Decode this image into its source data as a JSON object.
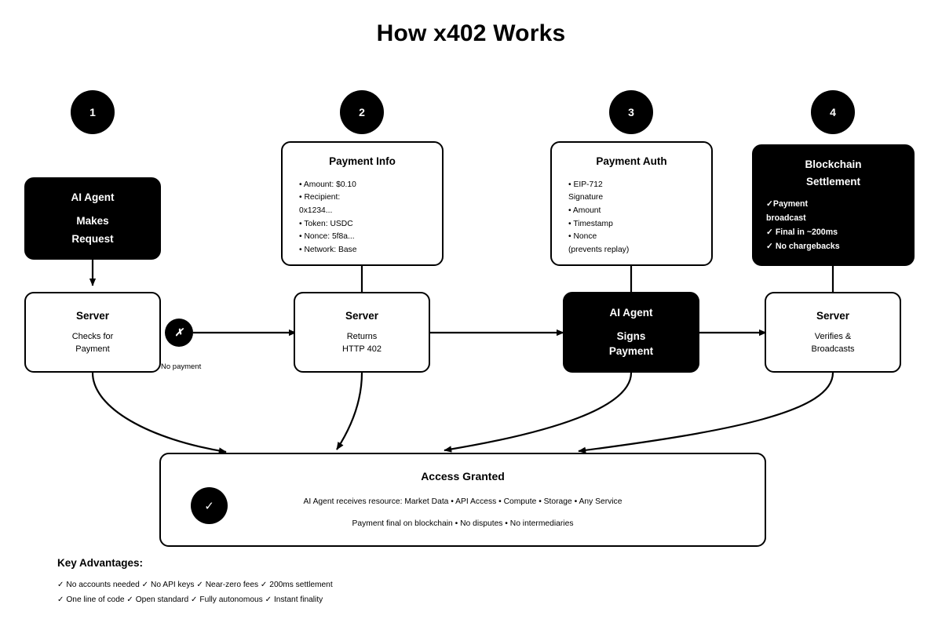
{
  "title": "How x402 Works",
  "badges": [
    {
      "label": "1"
    },
    {
      "label": "2"
    },
    {
      "label": "3"
    },
    {
      "label": "4"
    }
  ],
  "top_nodes": [
    {
      "id": "ai-agent-makes-request",
      "title": "AI Agent",
      "sub1": "Makes",
      "sub2": "Request",
      "style": "dark"
    },
    {
      "id": "payment-info",
      "title": "Payment Info",
      "bullets": [
        "• Amount: $0.10",
        "• Recipient:",
        "0x1234...",
        "• Token: USDC",
        "• Nonce: 5f8a...",
        "• Network: Base"
      ],
      "style": "light"
    },
    {
      "id": "payment-auth",
      "title": "Payment Auth",
      "bullets": [
        "• EIP-712",
        "Signature",
        "• Amount",
        "• Timestamp",
        "• Nonce",
        "(prevents replay)"
      ],
      "style": "light"
    },
    {
      "id": "blockchain-settlement",
      "title_line1": "Blockchain",
      "title_line2": "Settlement",
      "bullets": [
        "✓Payment",
        "broadcast",
        "✓ Final in ~200ms",
        "✓ No chargebacks"
      ],
      "style": "dark"
    }
  ],
  "mid_nodes": [
    {
      "id": "server-checks-for-payment",
      "title": "Server",
      "sub1": "Checks for",
      "sub2": "Payment",
      "style": "light"
    },
    {
      "id": "server-returns-http-402",
      "title": "Server",
      "sub1": "Returns",
      "sub2": "HTTP 402",
      "style": "light"
    },
    {
      "id": "ai-agent-signs-payment",
      "title": "AI Agent",
      "sub1": "Signs",
      "sub2": "Payment",
      "style": "dark"
    },
    {
      "id": "server-verifies-broadcasts",
      "title": "Server",
      "sub1": "Verifies &",
      "sub2": "Broadcasts",
      "style": "light"
    }
  ],
  "no_payment": {
    "badge": "✗",
    "label": "No payment"
  },
  "access_granted": {
    "title": "Access Granted",
    "check": "✓",
    "line1": "AI Agent receives resource: Market Data • API Access • Compute • Storage • Any Service",
    "line2": "Payment final on blockchain • No disputes • No intermediaries"
  },
  "key_advantages": {
    "title": "Key Advantages:",
    "row1": "✓ No accounts needed ✓ No API keys ✓ Near-zero fees ✓ 200ms settlement",
    "row2": "✓ One line of code ✓ Open standard ✓ Fully autonomous ✓ Instant finality"
  },
  "colors": {
    "stroke": "#000000",
    "fill_dark": "#000000",
    "fill_light": "#ffffff",
    "text_dark": "#000000",
    "text_light": "#ffffff"
  }
}
